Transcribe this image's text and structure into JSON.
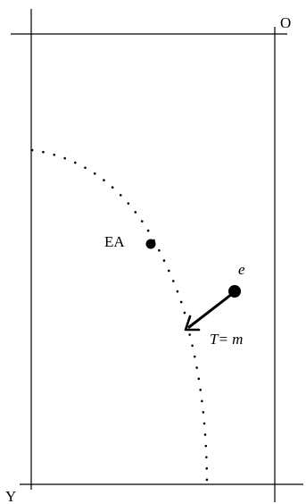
{
  "labels": {
    "corner_top_right": "O",
    "corner_bottom_left": "Y",
    "point_ea": "EA",
    "point_e": "e",
    "arrow_label": "T= m"
  },
  "colors": {
    "ink": "#000000",
    "background": "#ffffff"
  }
}
